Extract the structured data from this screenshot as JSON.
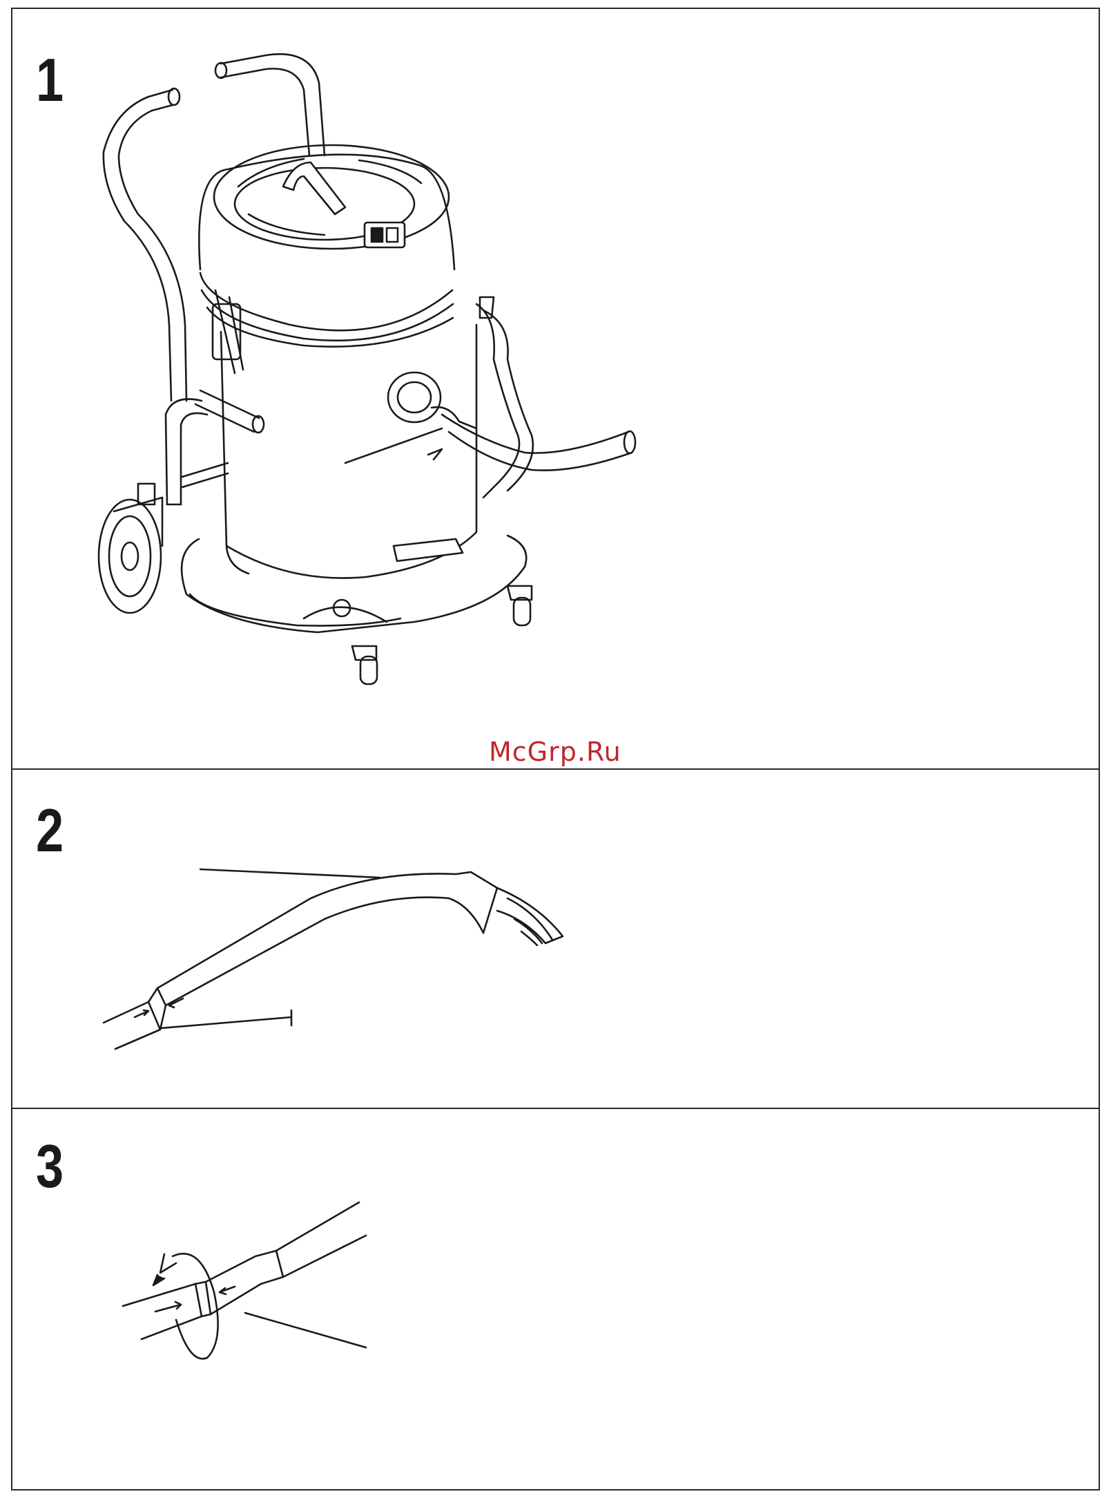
{
  "page": {
    "watermark": "McGrp.Ru",
    "watermark_color": "#c0262d"
  },
  "steps": [
    {
      "number": "1",
      "illustration": "vacuum-cleaner-with-hose"
    },
    {
      "number": "2",
      "illustration": "hose-to-extension-tube"
    },
    {
      "number": "3",
      "illustration": "tube-twist-lock"
    }
  ]
}
